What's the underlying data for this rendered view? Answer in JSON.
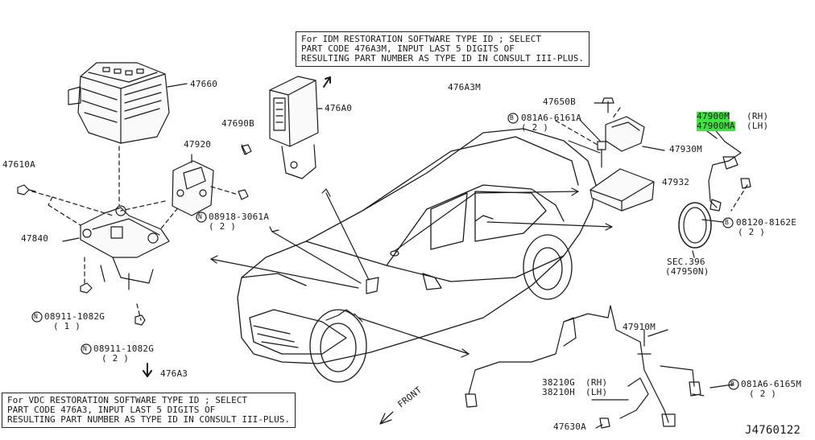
{
  "notes": {
    "idm": "For IDM RESTORATION SOFTWARE TYPE ID ; SELECT\nPART CODE 476A3M, INPUT LAST 5 DIGITS OF\nRESULTING PART NUMBER AS TYPE ID IN CONSULT III-PLUS.",
    "vdc": "For VDC RESTORATION SOFTWARE TYPE ID ; SELECT\nPART CODE 476A3, INPUT LAST 5 DIGITS OF\nRESULTING PART NUMBER AS TYPE ID IN CONSULT III-PLUS."
  },
  "labels": {
    "p47660": "47660",
    "p47610A": "47610A",
    "p47840": "47840",
    "n08911_1": "08911-1082G",
    "n08911_1_qty": "( 1 )",
    "n08911_2": "08911-1082G",
    "n08911_2_qty": "( 2 )",
    "p476A3": "476A3",
    "p47920": "47920",
    "n08918": "08918-3061A",
    "n08918_qty": "( 2 )",
    "p47690B": "47690B",
    "p476A0": "476A0",
    "p476A3M": "476A3M",
    "p47650B": "47650B",
    "b081A6_6161A": "081A6-6161A",
    "b081A6_6161A_qty": "( 2 )",
    "p47930M": "47930M",
    "p47932": "47932",
    "p47900M": "47900M",
    "p47900M_side": "(RH)",
    "p47900MA": "47900MA",
    "p47900MA_side": "(LH)",
    "b08120": "08120-8162E",
    "b08120_qty": "( 2 )",
    "sec396": "SEC.396",
    "sec396_sub": "(47950N)",
    "p47910M": "47910M",
    "p38210G": "38210G",
    "p38210G_side": "(RH)",
    "p38210H": "38210H",
    "p38210H_side": "(LH)",
    "b081A6_6165M": "081A6-6165M",
    "b081A6_6165M_qty": "( 2 )",
    "p47630A": "47630A",
    "front": "FRONT",
    "diagram_id": "J4760122",
    "sym_n": "N",
    "sym_b": "B"
  },
  "colors": {
    "highlight": "#3fe43f",
    "ink": "#1a1a1a"
  }
}
